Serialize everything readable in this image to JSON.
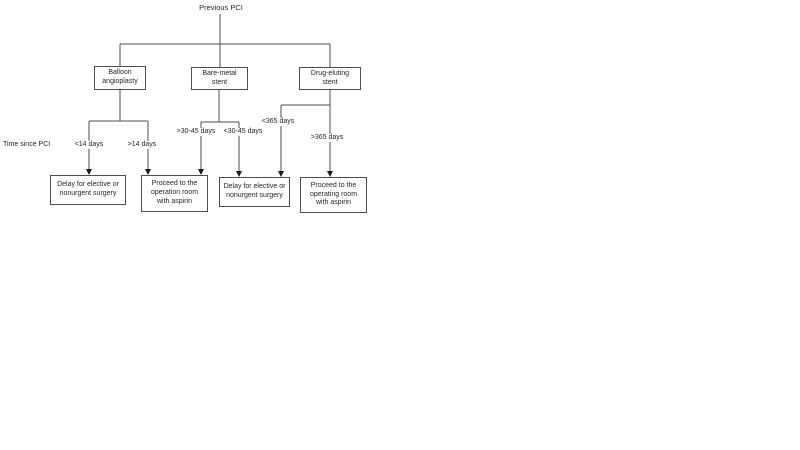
{
  "flowchart": {
    "title": "Previous PCI",
    "time_axis_label": "Time since PCI",
    "branches": [
      {
        "name": "balloon-angioplasty",
        "label": "Balloon\nangioplasty",
        "conditions": [
          {
            "label": "<14 days",
            "outcome_index": 0
          },
          {
            "label": ">14 days",
            "outcome_index": 1
          }
        ]
      },
      {
        "name": "bare-metal-stent",
        "label": "Bare-metal\nstent",
        "conditions": [
          {
            "label": ">30-45 days",
            "outcome_index": 1
          },
          {
            "label": "<30-45 days",
            "outcome_index": 2
          }
        ]
      },
      {
        "name": "drug-eluting-stent",
        "label": "Drug-eluting\nstent",
        "conditions": [
          {
            "label": "<365 days",
            "outcome_index": 2
          },
          {
            "label": ">365 days",
            "outcome_index": 3
          }
        ]
      }
    ],
    "outcomes": [
      "Delay for elective or\nnonurgent surgery",
      "Proceed to the\noperation room\nwith aspirin",
      "Delay for elective or\nnonurgent surgery",
      "Proceed to the\noperating room\nwith aspirin"
    ],
    "colors": {
      "line": "#4d4d4d",
      "text": "#262626",
      "arrowhead": "#1a1a1a",
      "background": "#ffffff"
    }
  }
}
